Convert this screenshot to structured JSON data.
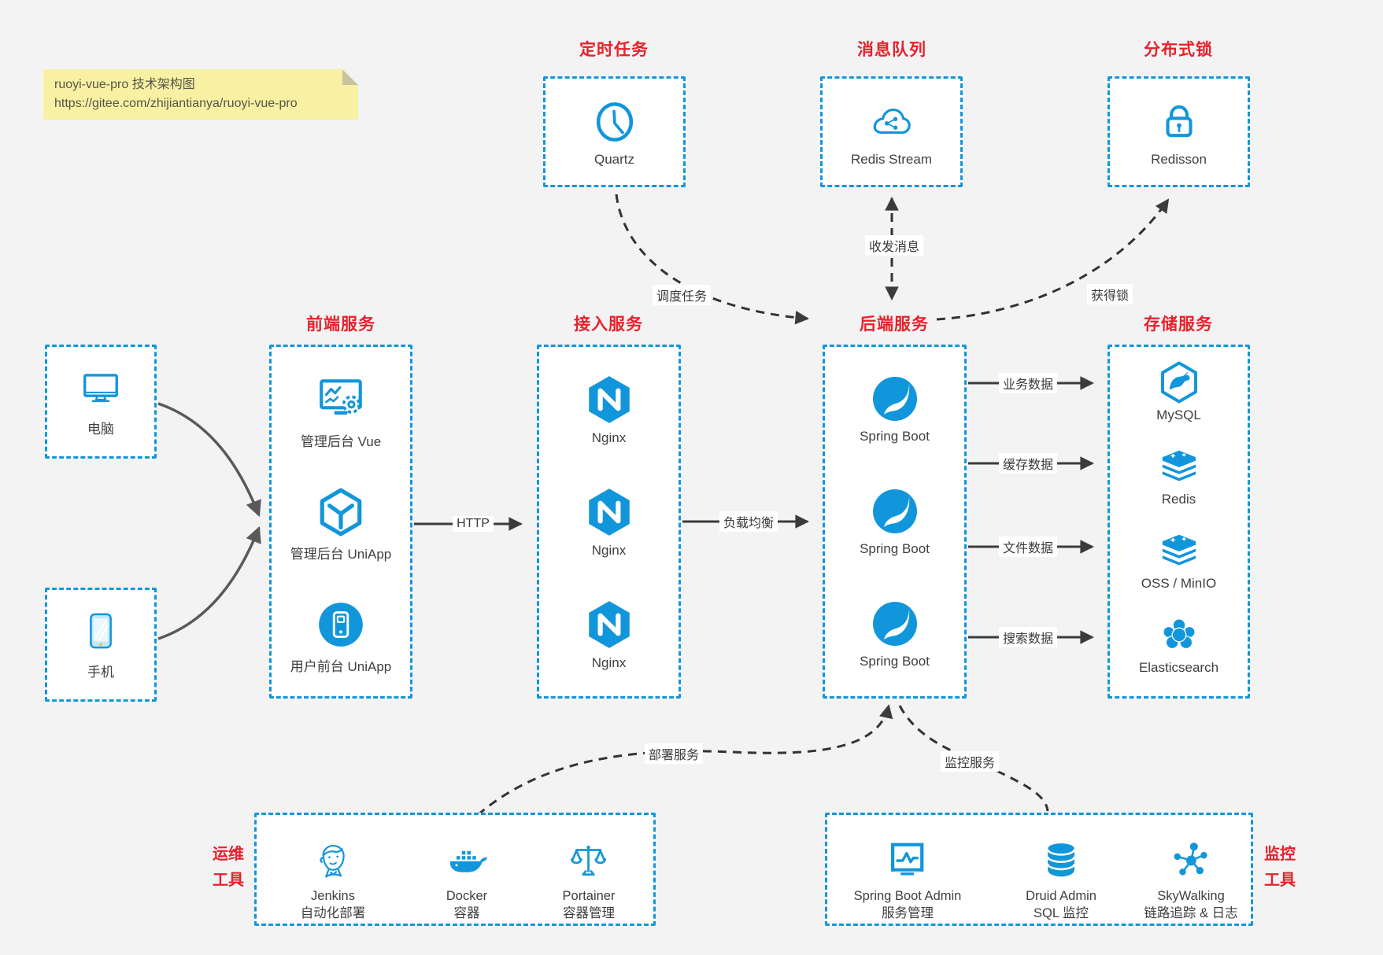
{
  "note": {
    "title": "ruoyi-vue-pro 技术架构图",
    "url": "https://gitee.com/zhijiantianya/ruoyi-vue-pro"
  },
  "top_groups": {
    "scheduler": {
      "title": "定时任务",
      "item": "Quartz"
    },
    "queue": {
      "title": "消息队列",
      "item": "Redis Stream"
    },
    "lock": {
      "title": "分布式锁",
      "item": "Redisson"
    }
  },
  "clients": {
    "pc": "电脑",
    "mobile": "手机"
  },
  "columns": {
    "frontend": {
      "title": "前端服务",
      "items": [
        "管理后台 Vue",
        "管理后台 UniApp",
        "用户前台 UniApp"
      ]
    },
    "gateway": {
      "title": "接入服务",
      "items": [
        "Nginx",
        "Nginx",
        "Nginx"
      ]
    },
    "backend": {
      "title": "后端服务",
      "items": [
        "Spring Boot",
        "Spring Boot",
        "Spring Boot"
      ]
    },
    "storage": {
      "title": "存储服务",
      "items": [
        "MySQL",
        "Redis",
        "OSS / MinIO",
        "Elasticsearch"
      ]
    }
  },
  "bottom_groups": {
    "ops": {
      "title": [
        "运维",
        "工具"
      ],
      "items": [
        {
          "name": "Jenkins",
          "desc": "自动化部署"
        },
        {
          "name": "Docker",
          "desc": "容器"
        },
        {
          "name": "Portainer",
          "desc": "容器管理"
        }
      ]
    },
    "monitoring": {
      "title": [
        "监控",
        "工具"
      ],
      "items": [
        {
          "name": "Spring Boot Admin",
          "desc": "服务管理"
        },
        {
          "name": "Druid Admin",
          "desc": "SQL 监控"
        },
        {
          "name": "SkyWalking",
          "desc": "链路追踪 & 日志"
        }
      ]
    }
  },
  "edges": {
    "http": "HTTP",
    "load_balance": "负载均衡",
    "business_data": "业务数据",
    "cache_data": "缓存数据",
    "file_data": "文件数据",
    "search_data": "搜索数据",
    "schedule_task": "调度任务",
    "messaging": "收发消息",
    "acquire_lock": "获得锁",
    "deploy": "部署服务",
    "monitor": "监控服务"
  },
  "colors": {
    "accent_blue": "#1296db",
    "accent_red": "#e8212b",
    "background": "#f3f3f4",
    "note_bg": "#f8f0a3"
  }
}
